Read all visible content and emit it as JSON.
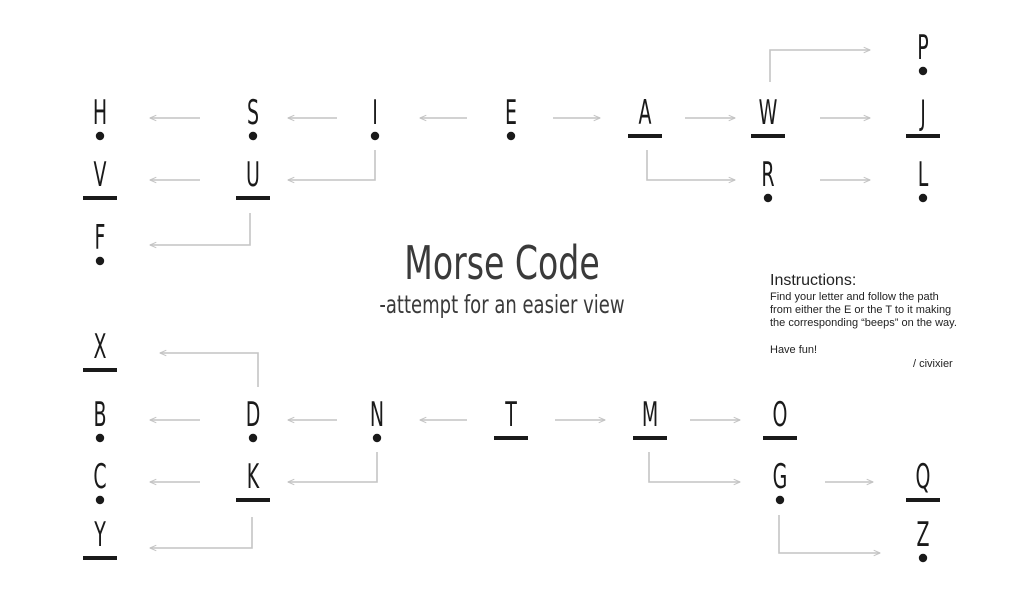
{
  "title": "Morse Code",
  "subtitle": "-attempt for an easier view",
  "instructions": {
    "heading": "Instructions:",
    "lines": [
      "Find your letter and follow the path",
      "from either the E or the T to it making",
      "the corresponding “beeps” on the way."
    ],
    "footer": "Have fun!",
    "signature": "/ civixier"
  },
  "colors": {
    "text": "#1a1a1a",
    "arrow": "#c4c4c4"
  },
  "letters": [
    {
      "char": "E",
      "symbol": "dot"
    },
    {
      "char": "I",
      "symbol": "dot"
    },
    {
      "char": "A",
      "symbol": "dash"
    },
    {
      "char": "S",
      "symbol": "dot"
    },
    {
      "char": "U",
      "symbol": "dash"
    },
    {
      "char": "H",
      "symbol": "dot"
    },
    {
      "char": "V",
      "symbol": "dash"
    },
    {
      "char": "F",
      "symbol": "dot"
    },
    {
      "char": "W",
      "symbol": "dash"
    },
    {
      "char": "R",
      "symbol": "dot"
    },
    {
      "char": "P",
      "symbol": "dot"
    },
    {
      "char": "J",
      "symbol": "dash"
    },
    {
      "char": "L",
      "symbol": "dot"
    },
    {
      "char": "T",
      "symbol": "dash"
    },
    {
      "char": "N",
      "symbol": "dot"
    },
    {
      "char": "M",
      "symbol": "dash"
    },
    {
      "char": "D",
      "symbol": "dot"
    },
    {
      "char": "K",
      "symbol": "dash"
    },
    {
      "char": "X",
      "symbol": "dash"
    },
    {
      "char": "B",
      "symbol": "dot"
    },
    {
      "char": "C",
      "symbol": "dot"
    },
    {
      "char": "Y",
      "symbol": "dash"
    },
    {
      "char": "O",
      "symbol": "dash"
    },
    {
      "char": "G",
      "symbol": "dot"
    },
    {
      "char": "Q",
      "symbol": "dash"
    },
    {
      "char": "Z",
      "symbol": "dot"
    }
  ],
  "edges": [
    [
      "E",
      "I"
    ],
    [
      "E",
      "A"
    ],
    [
      "I",
      "S"
    ],
    [
      "I",
      "U"
    ],
    [
      "S",
      "H"
    ],
    [
      "U",
      "V"
    ],
    [
      "U",
      "F"
    ],
    [
      "A",
      "W"
    ],
    [
      "A",
      "R"
    ],
    [
      "W",
      "P"
    ],
    [
      "W",
      "J"
    ],
    [
      "R",
      "L"
    ],
    [
      "T",
      "N"
    ],
    [
      "T",
      "M"
    ],
    [
      "N",
      "D"
    ],
    [
      "N",
      "K"
    ],
    [
      "D",
      "X"
    ],
    [
      "D",
      "B"
    ],
    [
      "K",
      "C"
    ],
    [
      "K",
      "Y"
    ],
    [
      "M",
      "O"
    ],
    [
      "M",
      "G"
    ],
    [
      "G",
      "Q"
    ],
    [
      "G",
      "Z"
    ]
  ]
}
